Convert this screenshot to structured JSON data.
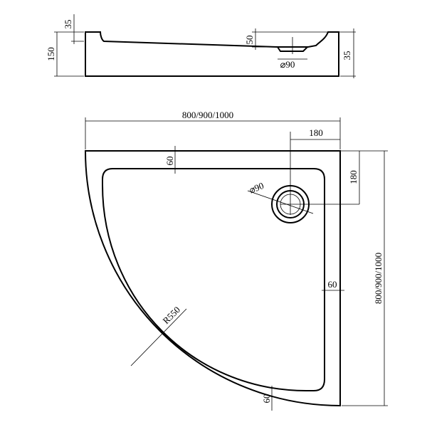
{
  "side_view": {
    "dims": {
      "rim_left": "35",
      "height": "150",
      "slope_drop": "50",
      "rim_right": "35",
      "drain_diameter": "⌀90"
    }
  },
  "plan_view": {
    "dims": {
      "width": "800/900/1000",
      "depth": "800/900/1000",
      "drain_offset_x": "180",
      "drain_offset_y": "180",
      "rim_top": "60",
      "rim_right": "60",
      "rim_bottom": "60",
      "radius": "R550",
      "drain_diameter": "⌀90"
    }
  }
}
